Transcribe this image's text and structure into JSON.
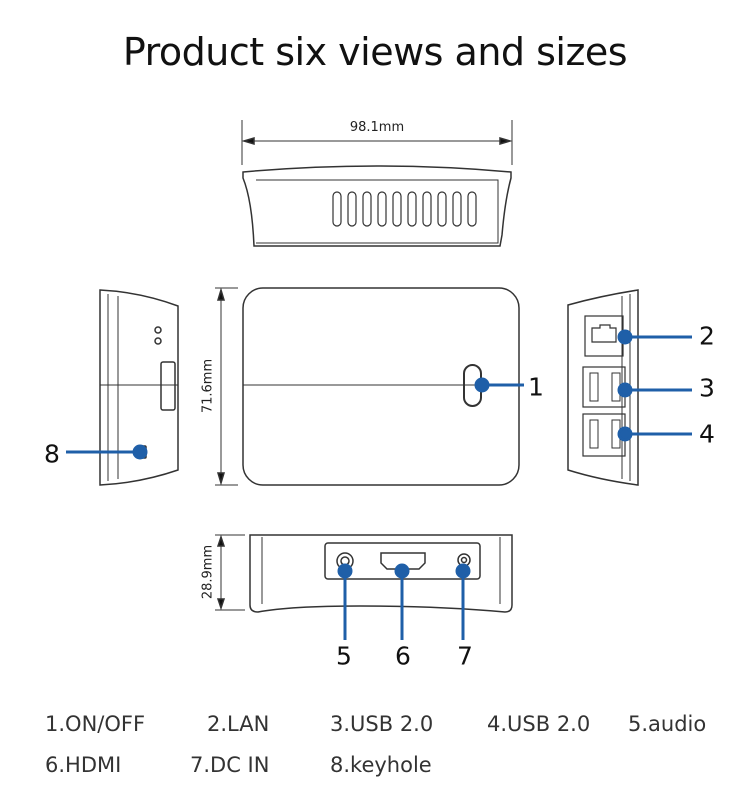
{
  "title": "Product six views and sizes",
  "dimensions": {
    "width": "98.1mm",
    "height": "71.6mm",
    "depth": "28.9mm"
  },
  "accent_color": "#1f5fa8",
  "callouts": [
    "1",
    "2",
    "3",
    "4",
    "5",
    "6",
    "7",
    "8"
  ],
  "legend": [
    "1.ON/OFF",
    "2.LAN",
    "3.USB 2.0",
    "4.USB 2.0",
    "5.audio",
    "6.HDMI",
    "7.DC IN",
    "8.keyhole"
  ]
}
